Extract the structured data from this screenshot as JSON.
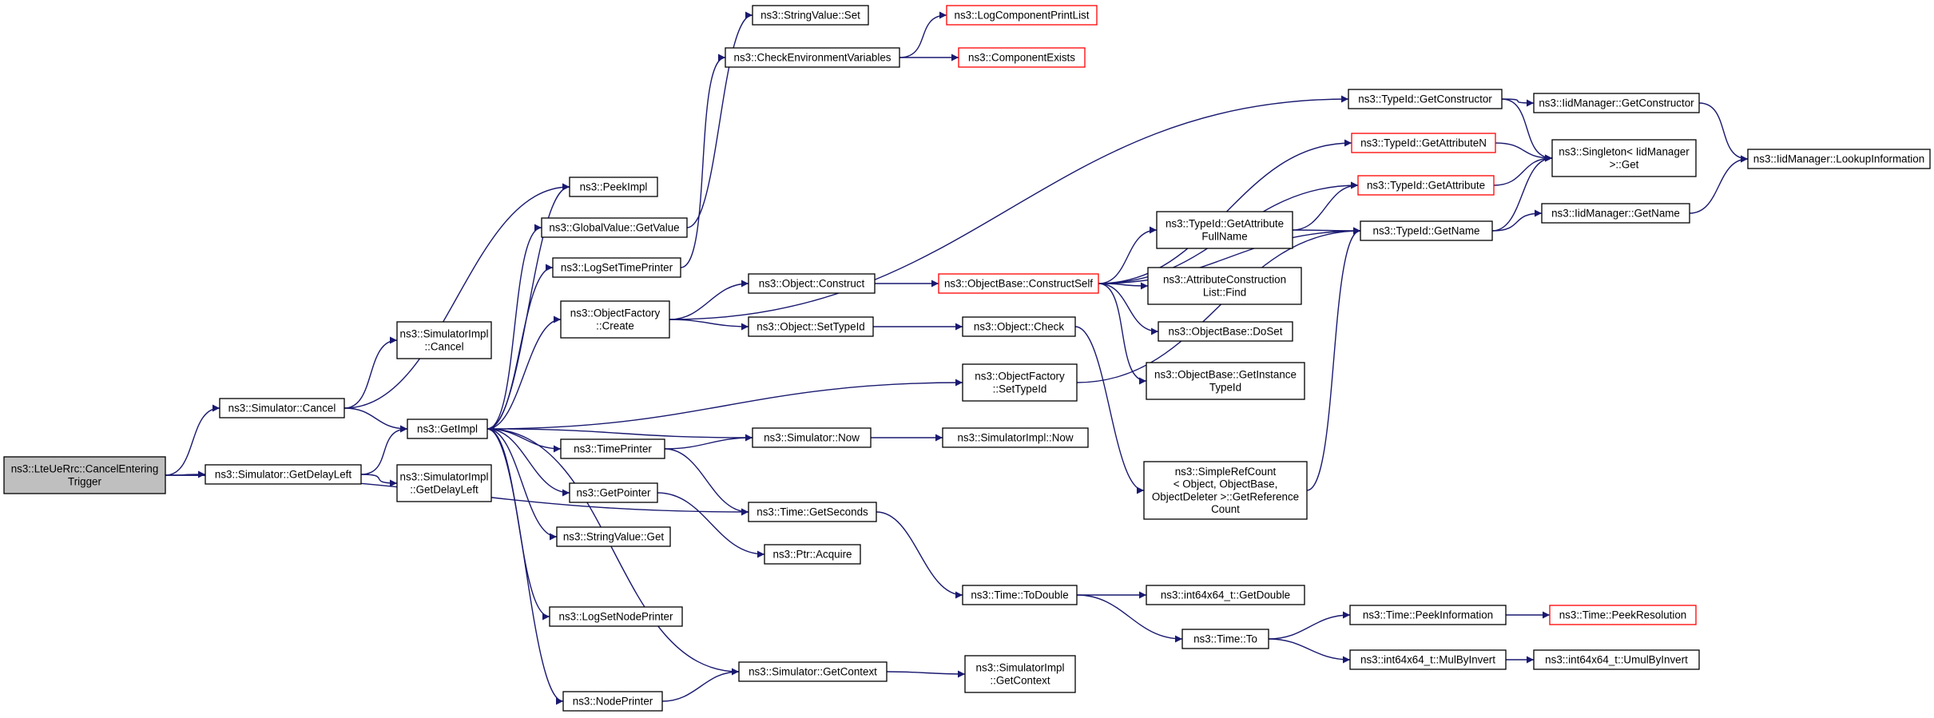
{
  "colors": {
    "edge": "#191970",
    "box_border": "#000000",
    "box_border_truncated": "#ff0000",
    "root_fill": "#bfbfbf",
    "box_fill": "#ffffff"
  },
  "nodes": [
    {
      "id": "root",
      "lines": [
        "ns3::LteUeRrc::CancelEntering",
        "Trigger"
      ],
      "style": "root"
    },
    {
      "id": "sim_cancel",
      "lines": [
        "ns3::Simulator::Cancel"
      ],
      "style": "normal"
    },
    {
      "id": "sim_getdelay",
      "lines": [
        "ns3::Simulator::GetDelayLeft"
      ],
      "style": "normal"
    },
    {
      "id": "simimpl_cancel",
      "lines": [
        "ns3::SimulatorImpl",
        "::Cancel"
      ],
      "style": "normal"
    },
    {
      "id": "getimpl",
      "lines": [
        "ns3::GetImpl"
      ],
      "style": "normal"
    },
    {
      "id": "simimpl_getdelay",
      "lines": [
        "ns3::SimulatorImpl",
        "::GetDelayLeft"
      ],
      "style": "normal"
    },
    {
      "id": "peekimpl",
      "lines": [
        "ns3::PeekImpl"
      ],
      "style": "normal"
    },
    {
      "id": "gv_getvalue",
      "lines": [
        "ns3::GlobalValue::GetValue"
      ],
      "style": "normal"
    },
    {
      "id": "logsettime",
      "lines": [
        "ns3::LogSetTimePrinter"
      ],
      "style": "normal"
    },
    {
      "id": "of_create",
      "lines": [
        "ns3::ObjectFactory",
        "::Create"
      ],
      "style": "normal"
    },
    {
      "id": "timeprinter",
      "lines": [
        "ns3::TimePrinter"
      ],
      "style": "normal"
    },
    {
      "id": "getpointer",
      "lines": [
        "ns3::GetPointer"
      ],
      "style": "normal"
    },
    {
      "id": "sv_get",
      "lines": [
        "ns3::StringValue::Get"
      ],
      "style": "normal"
    },
    {
      "id": "logsetnode",
      "lines": [
        "ns3::LogSetNodePrinter"
      ],
      "style": "normal"
    },
    {
      "id": "nodeprinter",
      "lines": [
        "ns3::NodePrinter"
      ],
      "style": "normal"
    },
    {
      "id": "sv_set",
      "lines": [
        "ns3::StringValue::Set"
      ],
      "style": "normal"
    },
    {
      "id": "checkenv",
      "lines": [
        "ns3::CheckEnvironmentVariables"
      ],
      "style": "normal"
    },
    {
      "id": "logcomplist",
      "lines": [
        "ns3::LogComponentPrintList"
      ],
      "style": "truncated"
    },
    {
      "id": "compexists",
      "lines": [
        "ns3::ComponentExists"
      ],
      "style": "truncated"
    },
    {
      "id": "obj_construct",
      "lines": [
        "ns3::Object::Construct"
      ],
      "style": "normal"
    },
    {
      "id": "obj_settypeid",
      "lines": [
        "ns3::Object::SetTypeId"
      ],
      "style": "normal"
    },
    {
      "id": "sim_now",
      "lines": [
        "ns3::Simulator::Now"
      ],
      "style": "normal"
    },
    {
      "id": "time_getseconds",
      "lines": [
        "ns3::Time::GetSeconds"
      ],
      "style": "normal"
    },
    {
      "id": "ptr_acquire",
      "lines": [
        "ns3::Ptr::Acquire"
      ],
      "style": "normal"
    },
    {
      "id": "sim_getcontext",
      "lines": [
        "ns3::Simulator::GetContext"
      ],
      "style": "normal"
    },
    {
      "id": "obj_check",
      "lines": [
        "ns3::Object::Check"
      ],
      "style": "normal"
    },
    {
      "id": "of_settypeid",
      "lines": [
        "ns3::ObjectFactory",
        "::SetTypeId"
      ],
      "style": "normal"
    },
    {
      "id": "simimpl_now",
      "lines": [
        "ns3::SimulatorImpl::Now"
      ],
      "style": "normal"
    },
    {
      "id": "time_todouble",
      "lines": [
        "ns3::Time::ToDouble"
      ],
      "style": "normal"
    },
    {
      "id": "simimpl_getcontext",
      "lines": [
        "ns3::SimulatorImpl",
        "::GetContext"
      ],
      "style": "normal"
    },
    {
      "id": "ob_constructself",
      "lines": [
        "ns3::ObjectBase::ConstructSelf"
      ],
      "style": "truncated"
    },
    {
      "id": "tid_getconstructor",
      "lines": [
        "ns3::TypeId::GetConstructor"
      ],
      "style": "normal"
    },
    {
      "id": "tid_getattrn",
      "lines": [
        "ns3::TypeId::GetAttributeN"
      ],
      "style": "truncated"
    },
    {
      "id": "tid_getattr",
      "lines": [
        "ns3::TypeId::GetAttribute"
      ],
      "style": "truncated"
    },
    {
      "id": "tid_getattrfull",
      "lines": [
        "ns3::TypeId::GetAttribute",
        "FullName"
      ],
      "style": "normal"
    },
    {
      "id": "tid_getname",
      "lines": [
        "ns3::TypeId::GetName"
      ],
      "style": "normal"
    },
    {
      "id": "acl_find",
      "lines": [
        "ns3::AttributeConstruction",
        "List::Find"
      ],
      "style": "normal"
    },
    {
      "id": "ob_doset",
      "lines": [
        "ns3::ObjectBase::DoSet"
      ],
      "style": "normal"
    },
    {
      "id": "ob_getinstance",
      "lines": [
        "ns3::ObjectBase::GetInstance",
        "TypeId"
      ],
      "style": "normal"
    },
    {
      "id": "simplerefcount",
      "lines": [
        "ns3::SimpleRefCount",
        "< Object, ObjectBase,",
        "ObjectDeleter >::GetReference",
        "Count"
      ],
      "style": "normal"
    },
    {
      "id": "int64_getdouble",
      "lines": [
        "ns3::int64x64_t::GetDouble"
      ],
      "style": "normal"
    },
    {
      "id": "time_to",
      "lines": [
        "ns3::Time::To"
      ],
      "style": "normal"
    },
    {
      "id": "iid_getconstructor",
      "lines": [
        "ns3::IidManager::GetConstructor"
      ],
      "style": "normal"
    },
    {
      "id": "singleton_get",
      "lines": [
        "ns3::Singleton< IidManager",
        " >::Get"
      ],
      "style": "normal"
    },
    {
      "id": "iid_getname",
      "lines": [
        "ns3::IidManager::GetName"
      ],
      "style": "normal"
    },
    {
      "id": "time_peekinfo",
      "lines": [
        "ns3::Time::PeekInformation"
      ],
      "style": "normal"
    },
    {
      "id": "int64_mulbyinvert",
      "lines": [
        "ns3::int64x64_t::MulByInvert"
      ],
      "style": "normal"
    },
    {
      "id": "iid_lookupinfo",
      "lines": [
        "ns3::IidManager::LookupInformation"
      ],
      "style": "normal"
    },
    {
      "id": "time_peekres",
      "lines": [
        "ns3::Time::PeekResolution"
      ],
      "style": "truncated"
    },
    {
      "id": "int64_umulbyinvert",
      "lines": [
        "ns3::int64x64_t::UmulByInvert"
      ],
      "style": "normal"
    }
  ],
  "edges": [
    [
      "root",
      "sim_cancel"
    ],
    [
      "root",
      "sim_getdelay"
    ],
    [
      "root",
      "time_getseconds"
    ],
    [
      "sim_cancel",
      "simimpl_cancel"
    ],
    [
      "sim_cancel",
      "getimpl"
    ],
    [
      "sim_cancel",
      "peekimpl"
    ],
    [
      "sim_getdelay",
      "getimpl"
    ],
    [
      "sim_getdelay",
      "simimpl_getdelay"
    ],
    [
      "getimpl",
      "peekimpl"
    ],
    [
      "getimpl",
      "gv_getvalue"
    ],
    [
      "getimpl",
      "logsettime"
    ],
    [
      "getimpl",
      "of_create"
    ],
    [
      "getimpl",
      "timeprinter"
    ],
    [
      "getimpl",
      "getpointer"
    ],
    [
      "getimpl",
      "sv_get"
    ],
    [
      "getimpl",
      "logsetnode"
    ],
    [
      "getimpl",
      "nodeprinter"
    ],
    [
      "getimpl",
      "of_settypeid"
    ],
    [
      "sim_now",
      "getimpl"
    ],
    [
      "sim_getcontext",
      "getimpl"
    ],
    [
      "gv_getvalue",
      "sv_set"
    ],
    [
      "logsettime",
      "checkenv"
    ],
    [
      "checkenv",
      "logcomplist"
    ],
    [
      "checkenv",
      "compexists"
    ],
    [
      "of_create",
      "obj_construct"
    ],
    [
      "of_create",
      "obj_settypeid"
    ],
    [
      "of_create",
      "tid_getconstructor"
    ],
    [
      "timeprinter",
      "sim_now"
    ],
    [
      "timeprinter",
      "time_getseconds"
    ],
    [
      "getpointer",
      "ptr_acquire"
    ],
    [
      "nodeprinter",
      "sim_getcontext"
    ],
    [
      "obj_construct",
      "ob_constructself"
    ],
    [
      "obj_settypeid",
      "obj_check"
    ],
    [
      "sim_now",
      "simimpl_now"
    ],
    [
      "time_getseconds",
      "time_todouble"
    ],
    [
      "sim_getcontext",
      "simimpl_getcontext"
    ],
    [
      "obj_check",
      "simplerefcount"
    ],
    [
      "of_settypeid",
      "tid_getname"
    ],
    [
      "time_todouble",
      "int64_getdouble"
    ],
    [
      "time_todouble",
      "time_to"
    ],
    [
      "ob_constructself",
      "tid_getattrn"
    ],
    [
      "ob_constructself",
      "tid_getattr"
    ],
    [
      "ob_constructself",
      "tid_getattrfull"
    ],
    [
      "ob_constructself",
      "acl_find"
    ],
    [
      "ob_constructself",
      "ob_doset"
    ],
    [
      "ob_constructself",
      "ob_getinstance"
    ],
    [
      "ob_constructself",
      "tid_getname"
    ],
    [
      "tid_getconstructor",
      "iid_getconstructor"
    ],
    [
      "tid_getconstructor",
      "singleton_get"
    ],
    [
      "tid_getattrn",
      "singleton_get"
    ],
    [
      "tid_getattr",
      "singleton_get"
    ],
    [
      "tid_getattrfull",
      "tid_getattr"
    ],
    [
      "tid_getattrfull",
      "tid_getname"
    ],
    [
      "tid_getname",
      "singleton_get"
    ],
    [
      "tid_getname",
      "iid_getname"
    ],
    [
      "simplerefcount",
      "tid_getname"
    ],
    [
      "time_to",
      "time_peekinfo"
    ],
    [
      "time_to",
      "int64_mulbyinvert"
    ],
    [
      "iid_getconstructor",
      "iid_lookupinfo"
    ],
    [
      "iid_getname",
      "iid_lookupinfo"
    ],
    [
      "time_peekinfo",
      "time_peekres"
    ],
    [
      "int64_mulbyinvert",
      "int64_umulbyinvert"
    ]
  ]
}
